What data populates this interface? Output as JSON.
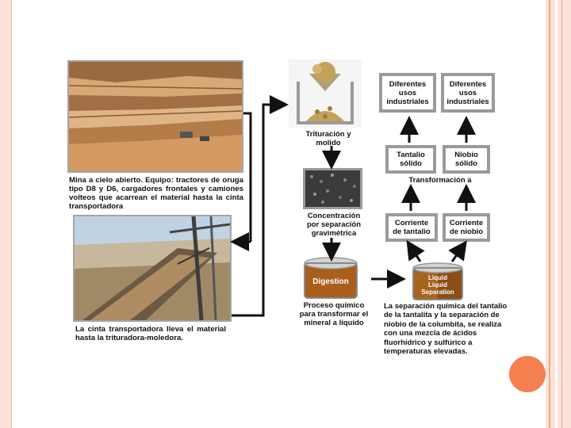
{
  "mine_caption": "Mina a cielo abierto. Equipo: tractores de oruga tipo D8 y D6, cargadores frontales y camiones volteos que acarrean el material hasta la cinta transportadora",
  "conveyor_caption": "La cinta transportadora lleva el material hasta la trituradora-moledora.",
  "steps": {
    "crushing": "Trituración y molido",
    "concentration": "Concentración por separación gravimétrica",
    "chemical_process": "Proceso químico para transformar el mineral a líquido",
    "digestion_label": "Digestion",
    "separation_labels": [
      "Liquid",
      "Liquid",
      "Separation"
    ]
  },
  "separation_text": "La separación química del tantalio de la tantalita y la separación de niobio de la columbita, se realiza con una mezcla de ácidos fluorhídrico y sulfúrico a temperaturas elevadas.",
  "boxes": {
    "current_tantalum": [
      "Corriente",
      "de tantalio"
    ],
    "current_niobium": [
      "Corriente",
      "de niobio"
    ],
    "transformation": "Transformación a",
    "solid_tantalum": [
      "Tantalio",
      "sólido"
    ],
    "solid_niobium": [
      "Niobio",
      "sólido"
    ],
    "uses_left": [
      "Diferentes",
      "usos",
      "industriales"
    ],
    "uses_right": [
      "Diferentes",
      "usos",
      "industriales"
    ]
  }
}
